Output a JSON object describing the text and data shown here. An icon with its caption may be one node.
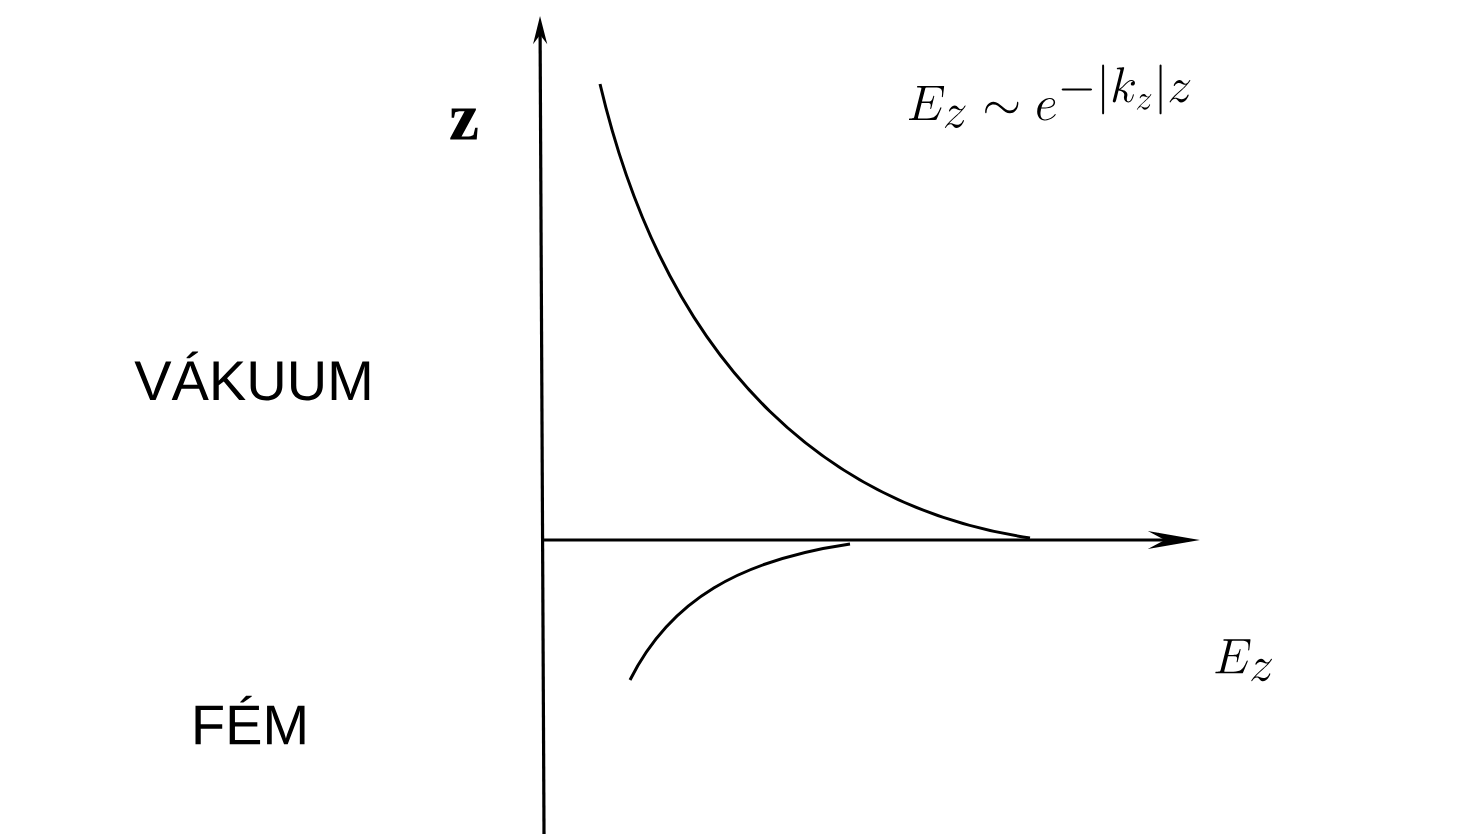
{
  "diagram": {
    "labels": [
      "z",
      "E_z \\sim e^{-|k_z| z}",
      "VÁKUUM",
      "FÉM",
      "E_z"
    ]
  }
}
